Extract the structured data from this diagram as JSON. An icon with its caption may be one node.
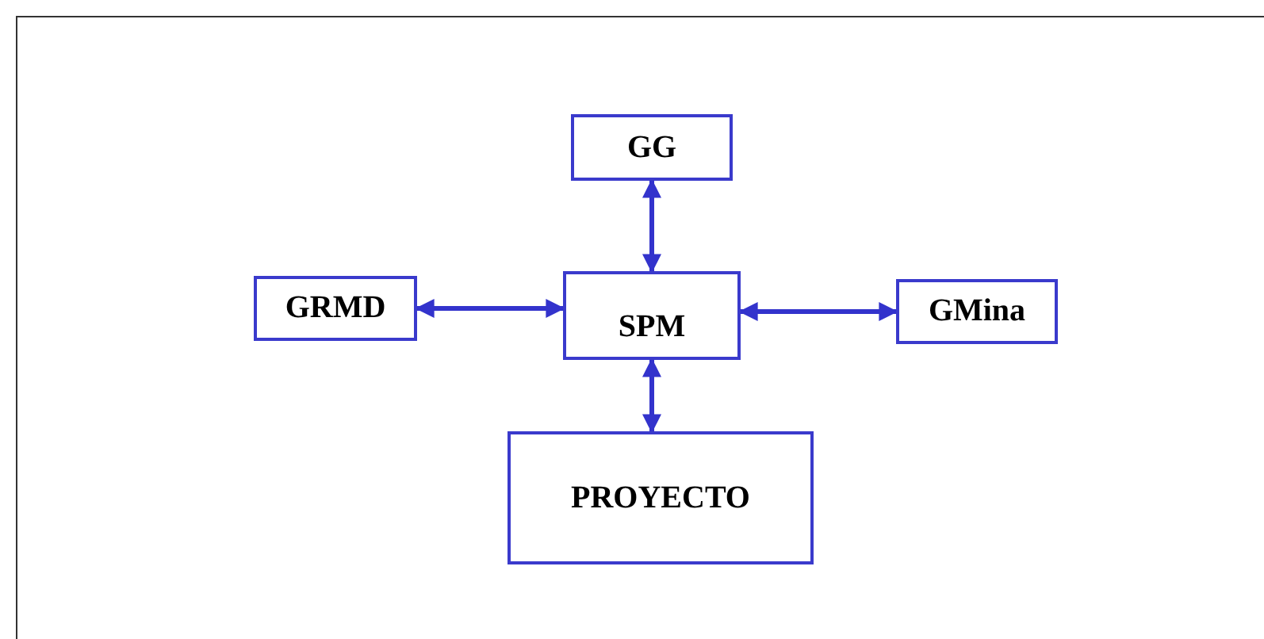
{
  "diagram": {
    "nodes": [
      {
        "text": [
          "GG"
        ]
      },
      {
        "text": [
          "GRMD"
        ]
      },
      {
        "text": [
          "SPM"
        ]
      },
      {
        "text": [
          "GMina"
        ]
      },
      {
        "text": [
          "PROYECTO"
        ]
      }
    ],
    "edges": [
      {
        "from": 2,
        "to": 0,
        "arrow": "both"
      },
      {
        "from": 1,
        "to": 2,
        "arrow": "both"
      },
      {
        "from": 2,
        "to": 3,
        "arrow": "both"
      },
      {
        "from": 2,
        "to": 4,
        "arrow": "both"
      }
    ]
  }
}
